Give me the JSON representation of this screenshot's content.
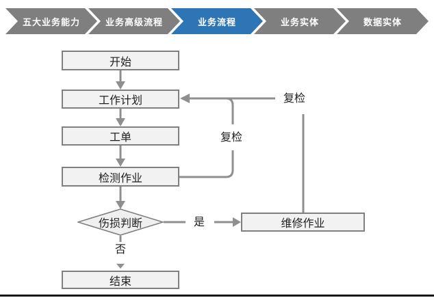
{
  "nav": {
    "active_color": "#2E75B6",
    "inactive_color": "#7F7F7F",
    "active_index": 2,
    "tabs": [
      {
        "label": "五大业务能力",
        "active": false
      },
      {
        "label": "业务高级流程",
        "active": false
      },
      {
        "label": "业务流程",
        "active": true
      },
      {
        "label": "业务实体",
        "active": false
      },
      {
        "label": "数据实体",
        "active": false
      }
    ]
  },
  "flowchart": {
    "colors": {
      "node_fill": "#F2F2F2",
      "node_border": "#7F7F7F",
      "connector": "#8F8F8F"
    },
    "nodes": [
      {
        "id": "start",
        "label": "开始",
        "type": "process"
      },
      {
        "id": "work-plan",
        "label": "工作计划",
        "type": "process"
      },
      {
        "id": "work-order",
        "label": "工单",
        "type": "process"
      },
      {
        "id": "inspection",
        "label": "检测作业",
        "type": "process"
      },
      {
        "id": "damage-decision",
        "label": "伤损判断",
        "type": "decision"
      },
      {
        "id": "repair",
        "label": "维修作业",
        "type": "process"
      },
      {
        "id": "end",
        "label": "结束",
        "type": "process"
      }
    ],
    "edges": [
      {
        "from": "start",
        "to": "work-plan",
        "label": ""
      },
      {
        "from": "work-plan",
        "to": "work-order",
        "label": ""
      },
      {
        "from": "work-order",
        "to": "inspection",
        "label": ""
      },
      {
        "from": "inspection",
        "to": "damage-decision",
        "label": ""
      },
      {
        "from": "damage-decision",
        "to": "repair",
        "label": "是"
      },
      {
        "from": "damage-decision",
        "to": "end",
        "label": "否"
      },
      {
        "from": "inspection",
        "to": "work-plan",
        "label": "复检"
      },
      {
        "from": "repair",
        "to": "work-plan",
        "label": "复检"
      }
    ]
  }
}
